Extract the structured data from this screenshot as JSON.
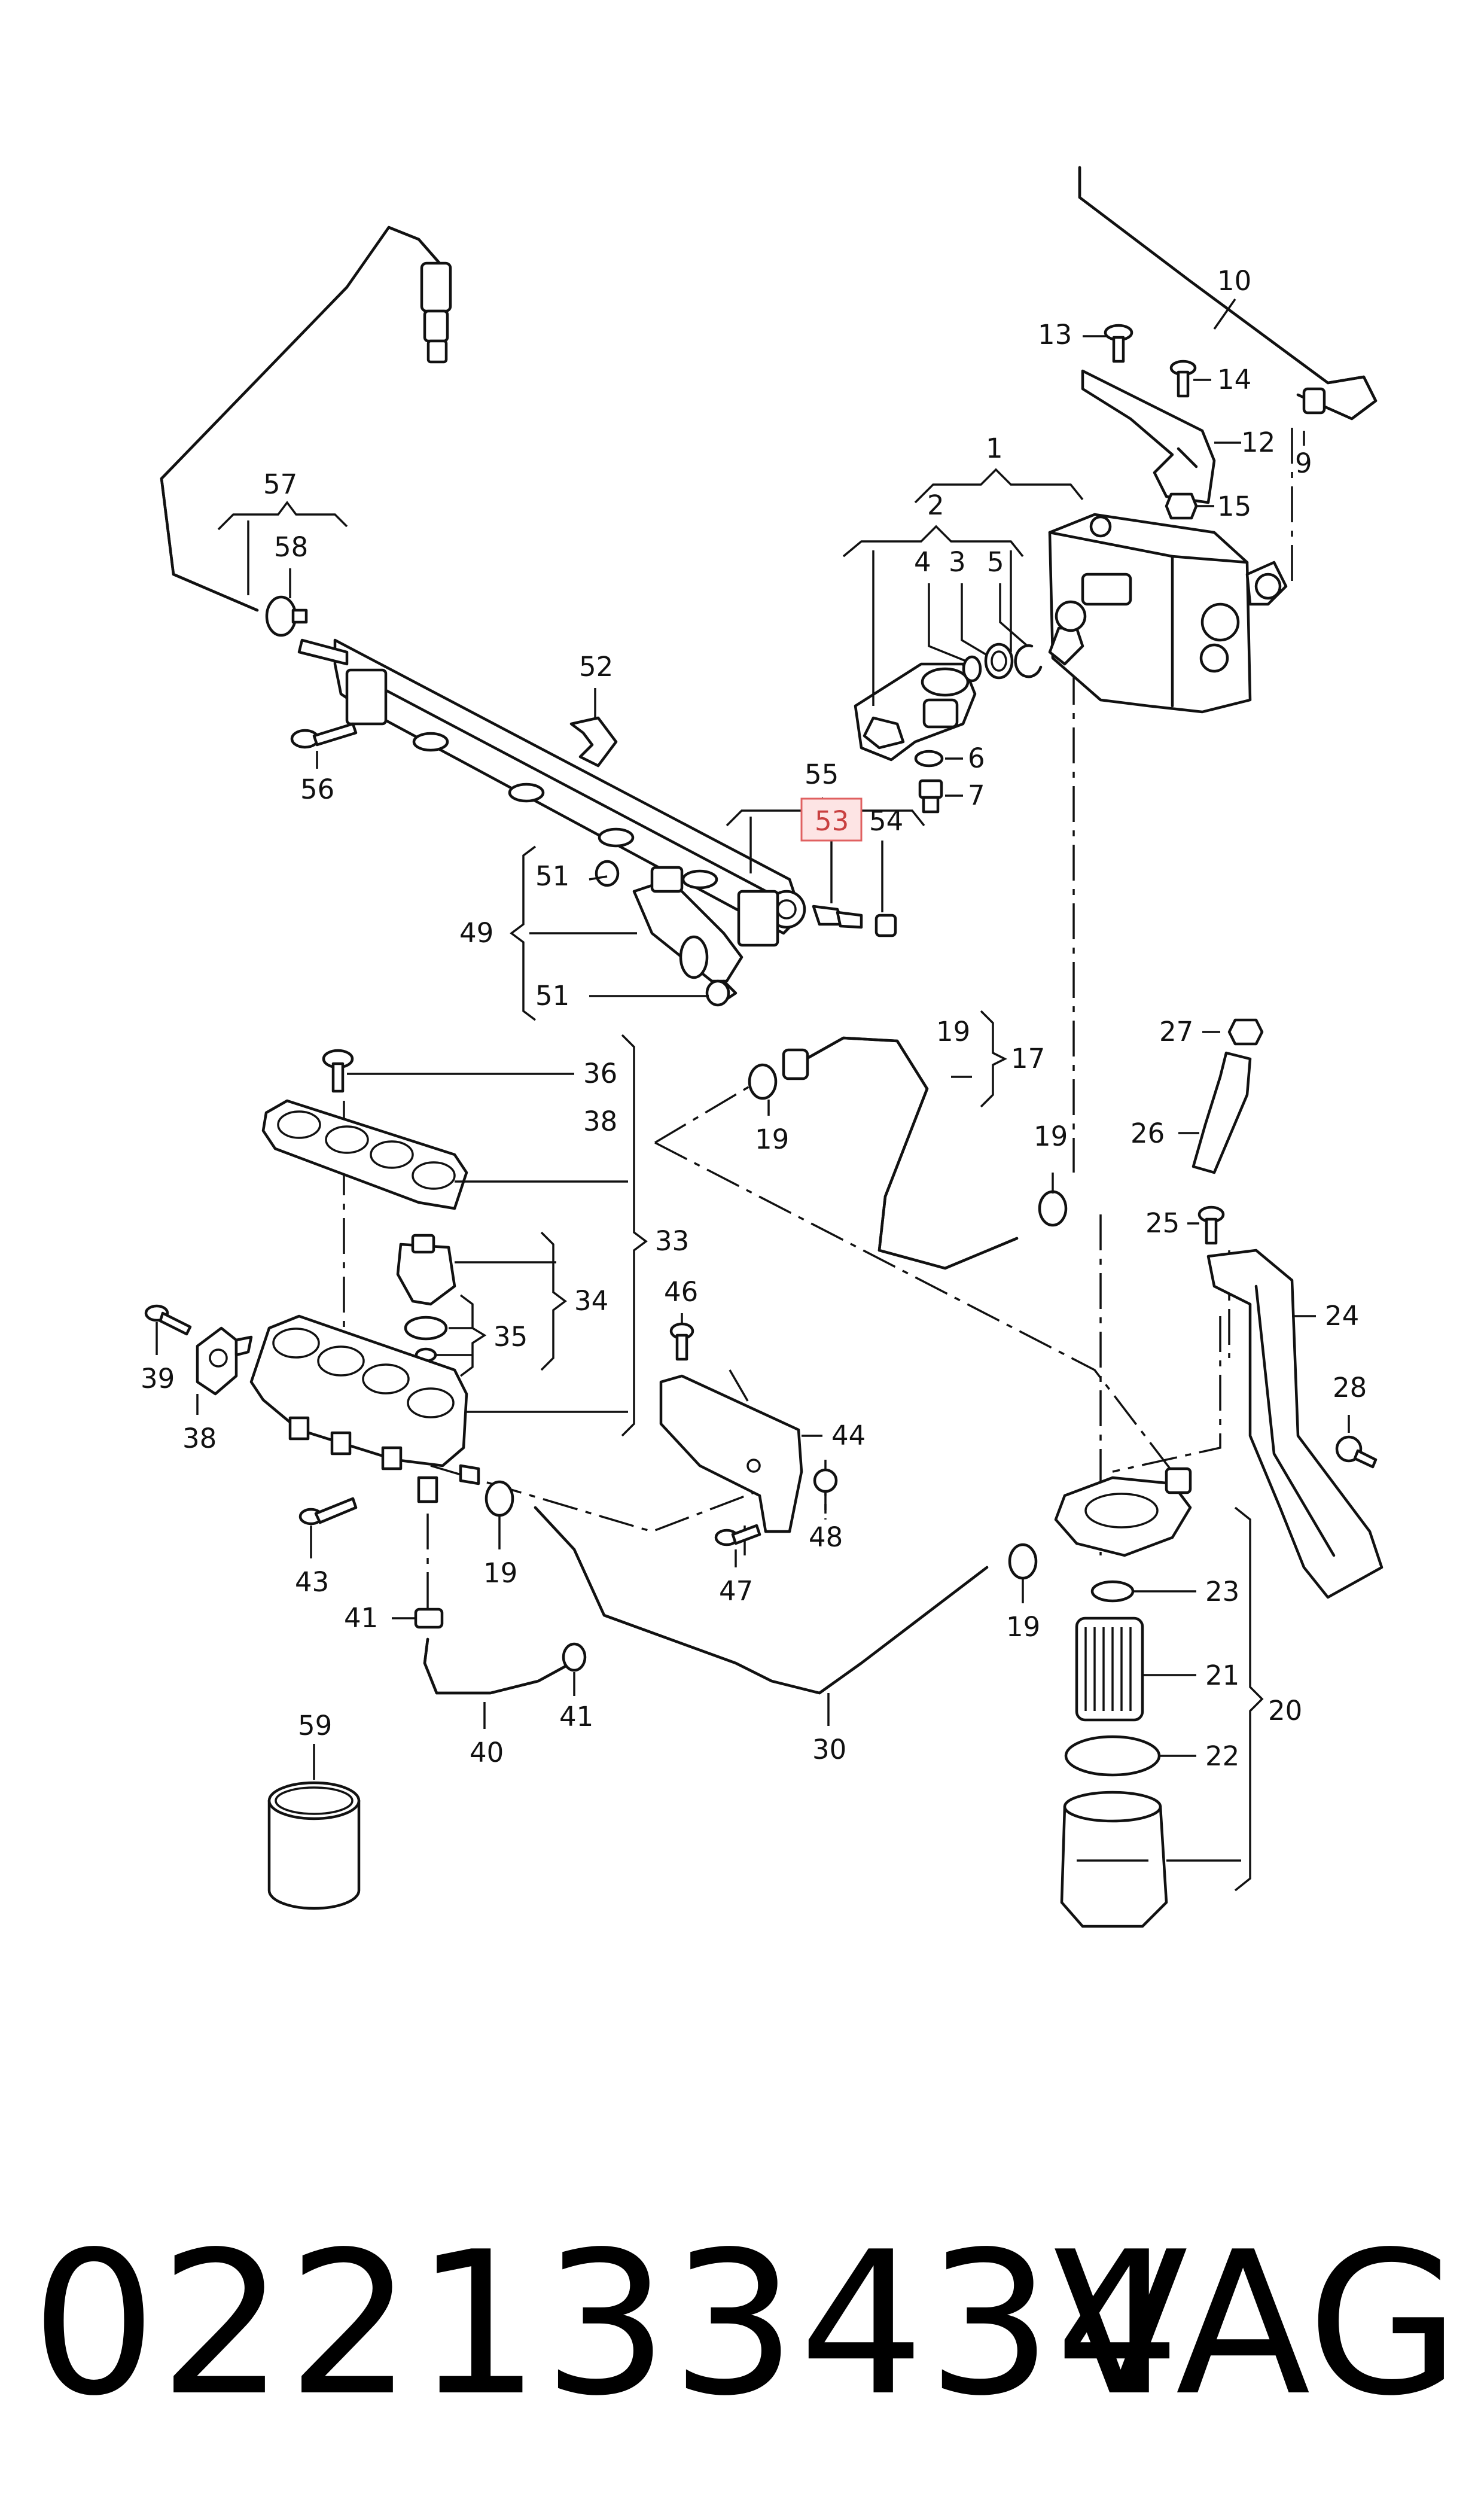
{
  "part_number": "022133434",
  "brand": "VAG",
  "highlighted_callout": "53",
  "colors": {
    "line": "#111111",
    "highlight_fill": "#fde4e4",
    "highlight_stroke": "#e06060",
    "highlight_text": "#c94040"
  },
  "callouts": {
    "c1": "1",
    "c2": "2",
    "c3": "3",
    "c4": "4",
    "c5": "5",
    "c6": "6",
    "c7": "7",
    "c9": "9",
    "c10": "10",
    "c12": "12",
    "c13": "13",
    "c14": "14",
    "c15": "15",
    "c17": "17",
    "c19a": "19",
    "c19b": "19",
    "c19c": "19",
    "c19d": "19",
    "c19e": "19",
    "c20": "20",
    "c21": "21",
    "c22": "22",
    "c23": "23",
    "c24": "24",
    "c25": "25",
    "c26": "26",
    "c27": "27",
    "c28": "28",
    "c30": "30",
    "c33": "33",
    "c34": "34",
    "c35": "35",
    "c36": "36",
    "c38a": "38",
    "c38b": "38",
    "c39": "39",
    "c40": "40",
    "c41a": "41",
    "c41b": "41",
    "c43": "43",
    "c44": "44",
    "c46": "46",
    "c47": "47",
    "c48": "48",
    "c49": "49",
    "c51a": "51",
    "c51b": "51",
    "c52": "52",
    "c53": "53",
    "c54": "54",
    "c55": "55",
    "c56": "56",
    "c57": "57",
    "c58": "58",
    "c59": "59"
  }
}
